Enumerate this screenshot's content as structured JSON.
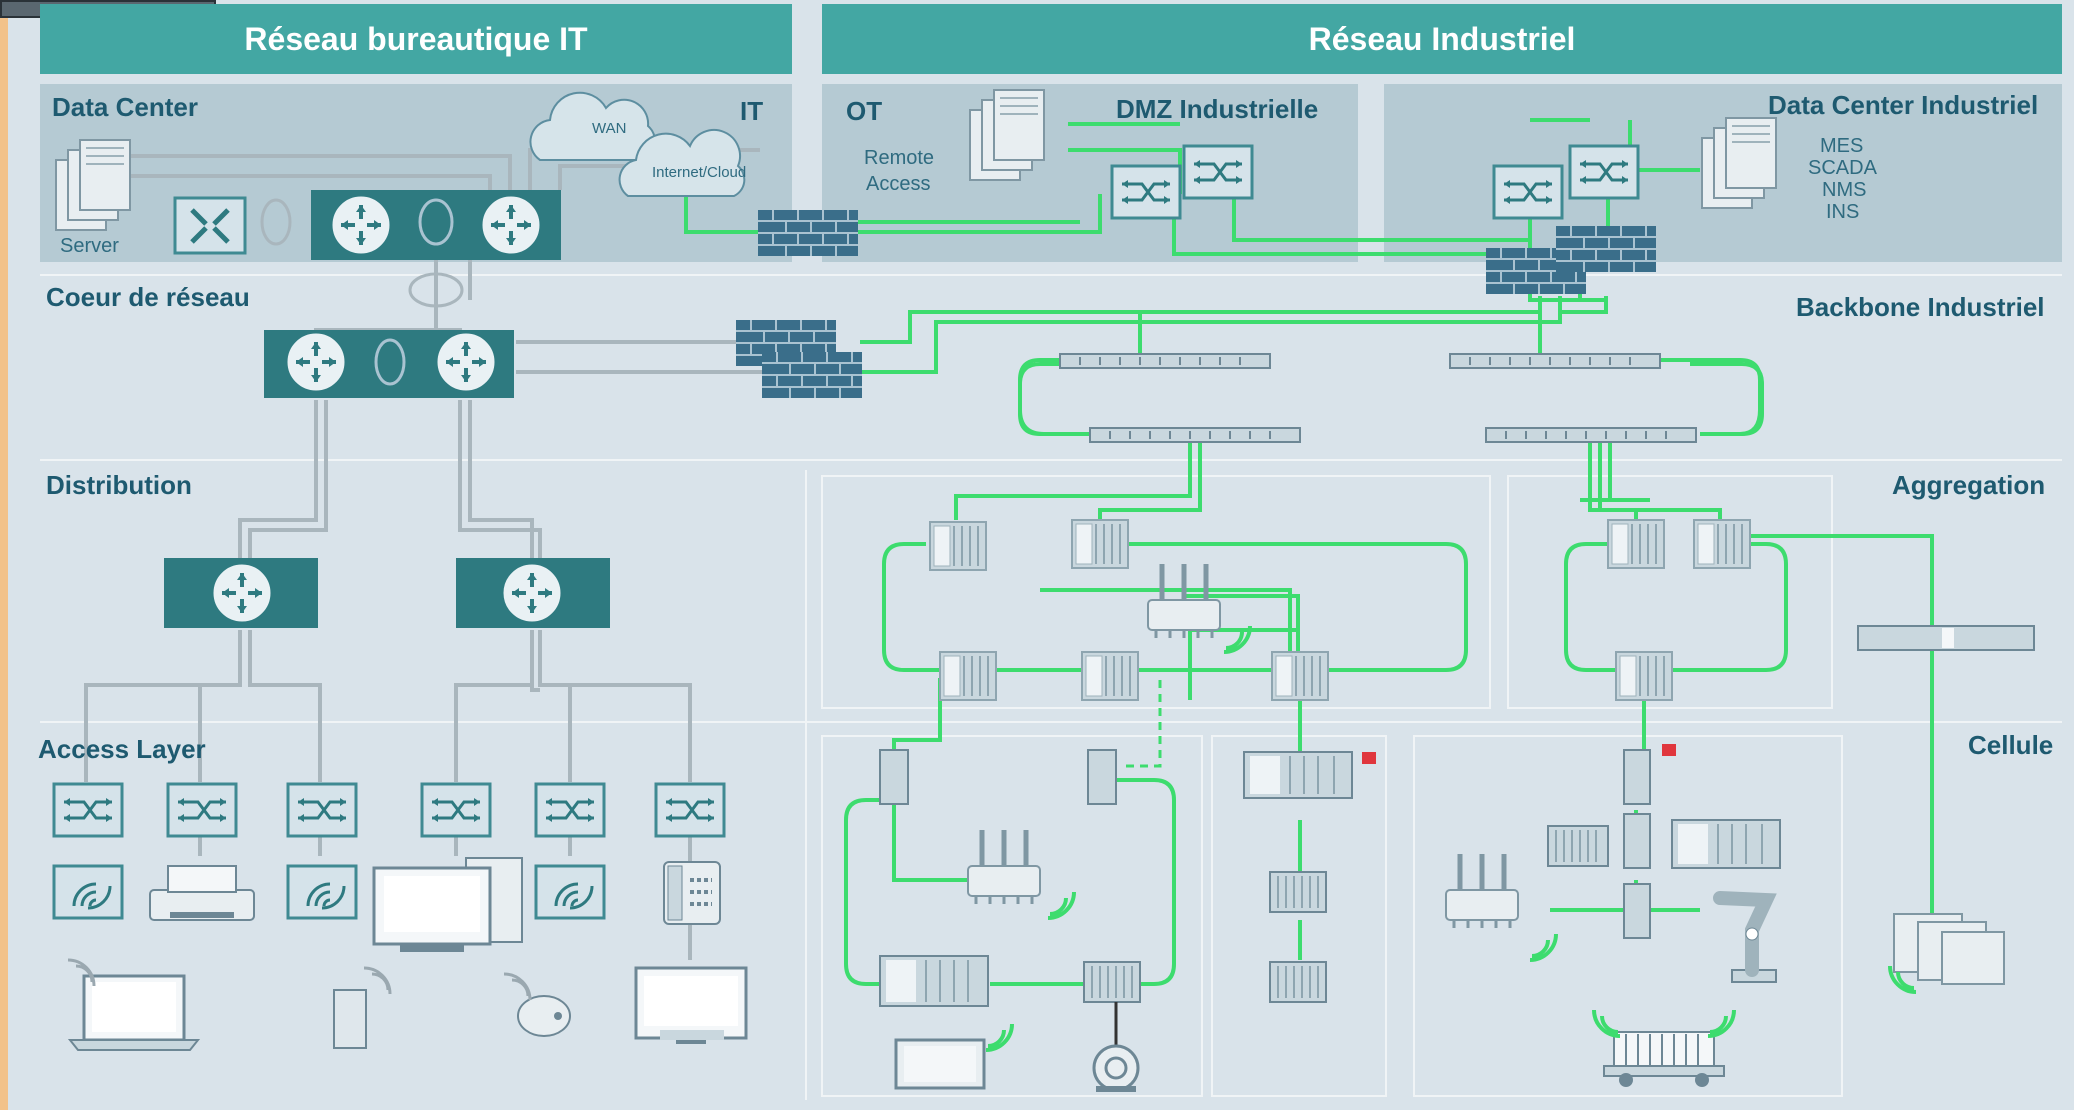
{
  "headers": {
    "it_network": "Réseau bureautique IT",
    "industrial_network": "Réseau Industriel"
  },
  "zones": {
    "data_center": "Data Center",
    "it": "IT",
    "ot": "OT",
    "dmz": "DMZ Industrielle",
    "data_center_industrial": "Data Center Industriel",
    "core": "Coeur de réseau",
    "backbone": "Backbone Industriel",
    "distribution": "Distribution",
    "aggregation": "Aggregation",
    "access_layer": "Access Layer",
    "cell": "Cellule"
  },
  "labels": {
    "server": "Server",
    "wan": "WAN",
    "internet_cloud": "Internet/Cloud",
    "remote_access_line1": "Remote",
    "remote_access_line2": "Access",
    "mes": "MES",
    "scada": "SCADA",
    "nms": "NMS",
    "ins": "INS"
  },
  "colors": {
    "header_bg": "#43a7a3",
    "device_teal": "#2e7a80",
    "industrial_link": "#3ddc6e",
    "it_link": "#a9b6bd",
    "zone_bg": "#b5cad3",
    "label_text": "#1e5a70"
  }
}
